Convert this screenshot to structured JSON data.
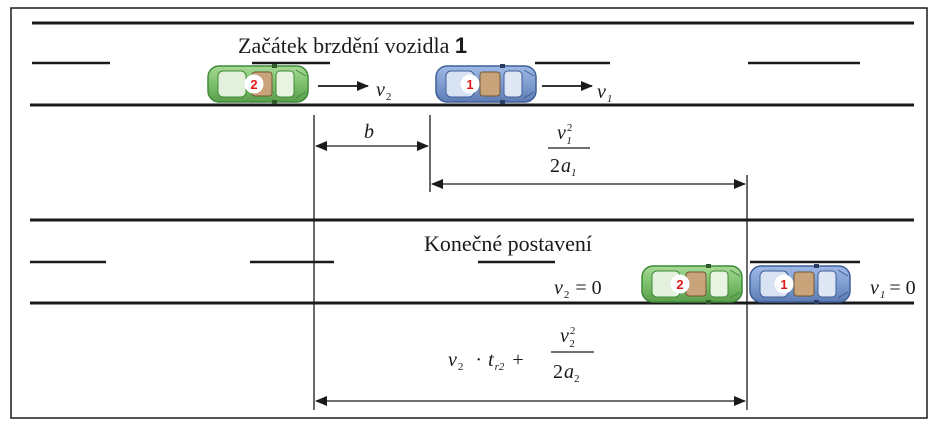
{
  "diagram": {
    "top_title": "Začátek brzdění vozidla",
    "top_title_num": "1",
    "bottom_title": "Konečné postavení",
    "car1_label": "1",
    "car2_label": "2",
    "label_b": "b",
    "v": "v",
    "a": "a",
    "t": "t",
    "sub1": "1",
    "sub2": "2",
    "sub_r2": "r2",
    "sq": "2",
    "two": "2",
    "eq_zero": "= 0",
    "plus": "+",
    "dot": "·",
    "colors": {
      "car1_body": "#7f9dd0",
      "car1_dark": "#3e5f99",
      "car2_body": "#7cc06c",
      "car2_dark": "#3f8a3a",
      "ink": "#1a1a1a",
      "label_red": "#e01818"
    }
  }
}
